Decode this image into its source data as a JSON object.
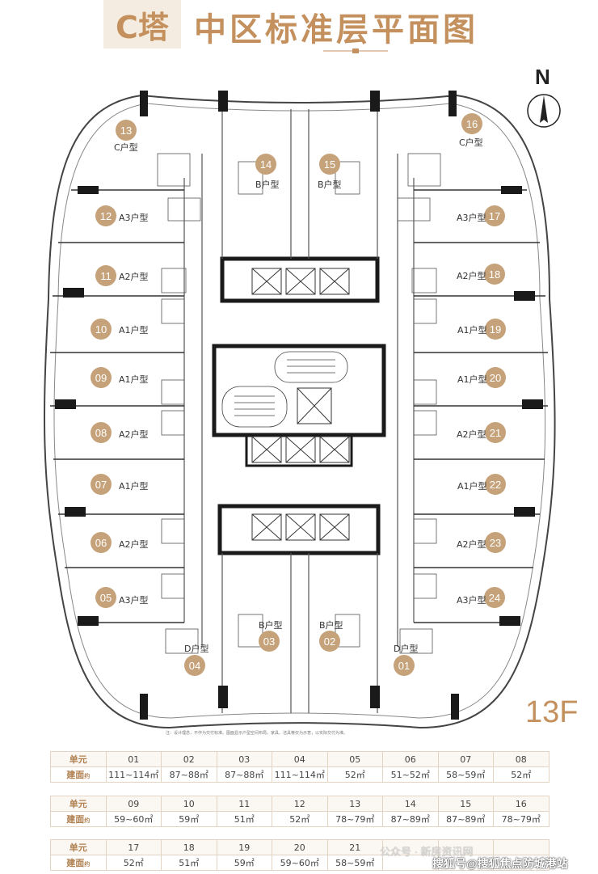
{
  "header": {
    "tower": "C塔",
    "title": "中区标准层平面图"
  },
  "compass": {
    "letter": "N"
  },
  "floor": "13F",
  "note": "注：设计理念，不作为交付标准。图面显示户型空间布局，家具、洁具等仅为示意，以实际交付为准。",
  "units": [
    {
      "no": "13",
      "type": "C户型"
    },
    {
      "no": "14",
      "type": "B户型"
    },
    {
      "no": "15",
      "type": "B户型"
    },
    {
      "no": "16",
      "type": "C户型"
    },
    {
      "no": "12",
      "type": "A3户型"
    },
    {
      "no": "17",
      "type": "A3户型"
    },
    {
      "no": "11",
      "type": "A2户型"
    },
    {
      "no": "18",
      "type": "A2户型"
    },
    {
      "no": "10",
      "type": "A1户型"
    },
    {
      "no": "19",
      "type": "A1户型"
    },
    {
      "no": "09",
      "type": "A1户型"
    },
    {
      "no": "20",
      "type": "A1户型"
    },
    {
      "no": "08",
      "type": "A2户型"
    },
    {
      "no": "21",
      "type": "A2户型"
    },
    {
      "no": "07",
      "type": "A1户型"
    },
    {
      "no": "22",
      "type": "A1户型"
    },
    {
      "no": "06",
      "type": "A2户型"
    },
    {
      "no": "23",
      "type": "A2户型"
    },
    {
      "no": "05",
      "type": "A3户型"
    },
    {
      "no": "24",
      "type": "A3户型"
    },
    {
      "no": "03",
      "type": "B户型"
    },
    {
      "no": "02",
      "type": "B户型"
    },
    {
      "no": "04",
      "type": "D户型"
    },
    {
      "no": "01",
      "type": "D户型"
    }
  ],
  "table": {
    "unit_label": "单元",
    "area_label": "建面",
    "area_suffix": "约",
    "rows": [
      {
        "units": [
          "01",
          "02",
          "03",
          "04",
          "05",
          "06",
          "07",
          "08"
        ],
        "areas": [
          "111~114㎡",
          "87~88㎡",
          "87~88㎡",
          "111~114㎡",
          "52㎡",
          "51~52㎡",
          "58~59㎡",
          "52㎡"
        ]
      },
      {
        "units": [
          "09",
          "10",
          "11",
          "12",
          "13",
          "14",
          "15",
          "16"
        ],
        "areas": [
          "59~60㎡",
          "59㎡",
          "51㎡",
          "52㎡",
          "78~79㎡",
          "87~89㎡",
          "87~89㎡",
          "78~79㎡"
        ]
      },
      {
        "units": [
          "17",
          "18",
          "19",
          "20",
          "21",
          "",
          "",
          ""
        ],
        "areas": [
          "52㎡",
          "51㎡",
          "59㎡",
          "59~60㎡",
          "58~59㎡",
          "",
          "",
          ""
        ]
      }
    ]
  },
  "watermark": {
    "line1": "公众号 · 新房资讯网",
    "line2": "搜狐号@搜狐焦点防城港站"
  },
  "colors": {
    "accent": "#c4915e",
    "circle": "#c6a27a",
    "wall": "#1a1a1a"
  }
}
